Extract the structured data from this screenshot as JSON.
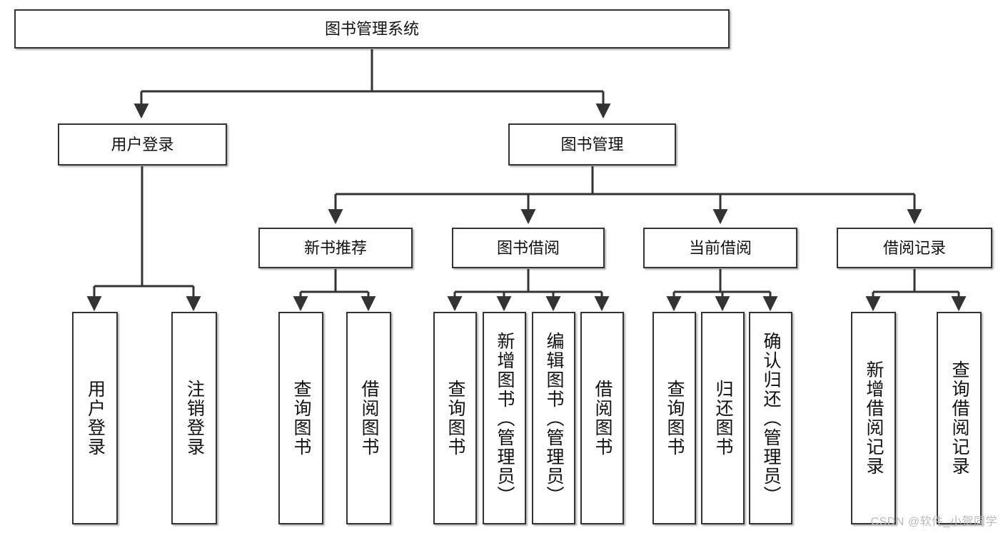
{
  "diagram": {
    "title": "图书管理系统",
    "watermark": "CSDN @软件_小贺同学",
    "colors": {
      "box_border": "#333333",
      "box_fill": "#ffffff",
      "line": "#333333",
      "text": "#111111",
      "watermark": "#b9b9b9"
    },
    "root": {
      "label": "图书管理系统"
    },
    "level2": [
      {
        "label": "用户登录"
      },
      {
        "label": "图书管理"
      }
    ],
    "level3": [
      {
        "label": "新书推荐"
      },
      {
        "label": "图书借阅"
      },
      {
        "label": "当前借阅"
      },
      {
        "label": "借阅记录"
      }
    ],
    "leaves_user_login": [
      {
        "label": "用户登录"
      },
      {
        "label": "注销登录"
      }
    ],
    "leaves_new_book": [
      {
        "label": "查询图书"
      },
      {
        "label": "借阅图书"
      }
    ],
    "leaves_borrow": [
      {
        "label": "查询图书"
      },
      {
        "label": "新增图书（管理员）"
      },
      {
        "label": "编辑图书（管理员）"
      },
      {
        "label": "借阅图书"
      }
    ],
    "leaves_current": [
      {
        "label": "查询图书"
      },
      {
        "label": "归还图书"
      },
      {
        "label": "确认归还（管理员）"
      }
    ],
    "leaves_records": [
      {
        "label": "新增借阅记录"
      },
      {
        "label": "查询借阅记录"
      }
    ]
  }
}
